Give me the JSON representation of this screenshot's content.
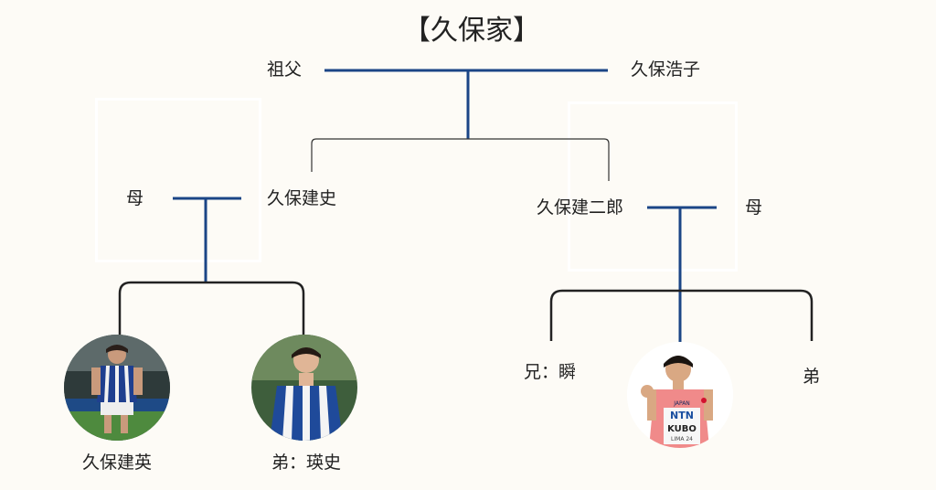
{
  "title": "【久保家】",
  "grandparents": {
    "grandfather": "祖父",
    "grandmother": "久保浩子"
  },
  "left_family": {
    "mother": "母",
    "father": "久保建史",
    "children": [
      {
        "name": "久保建英"
      },
      {
        "name": "弟：瑛史"
      }
    ]
  },
  "right_family": {
    "father": "久保建二郎",
    "mother": "母",
    "children": [
      {
        "name": "兄：瞬"
      },
      {
        "name": "",
        "bib_country": "JAPAN",
        "bib_team": "NTN",
        "bib_name": "KUBO",
        "bib_event": "LIMA 24"
      },
      {
        "name": "弟"
      }
    ]
  },
  "colors": {
    "spouse_line": "#1b4586",
    "child_line": "#222222",
    "background": "#fdfbf6"
  }
}
